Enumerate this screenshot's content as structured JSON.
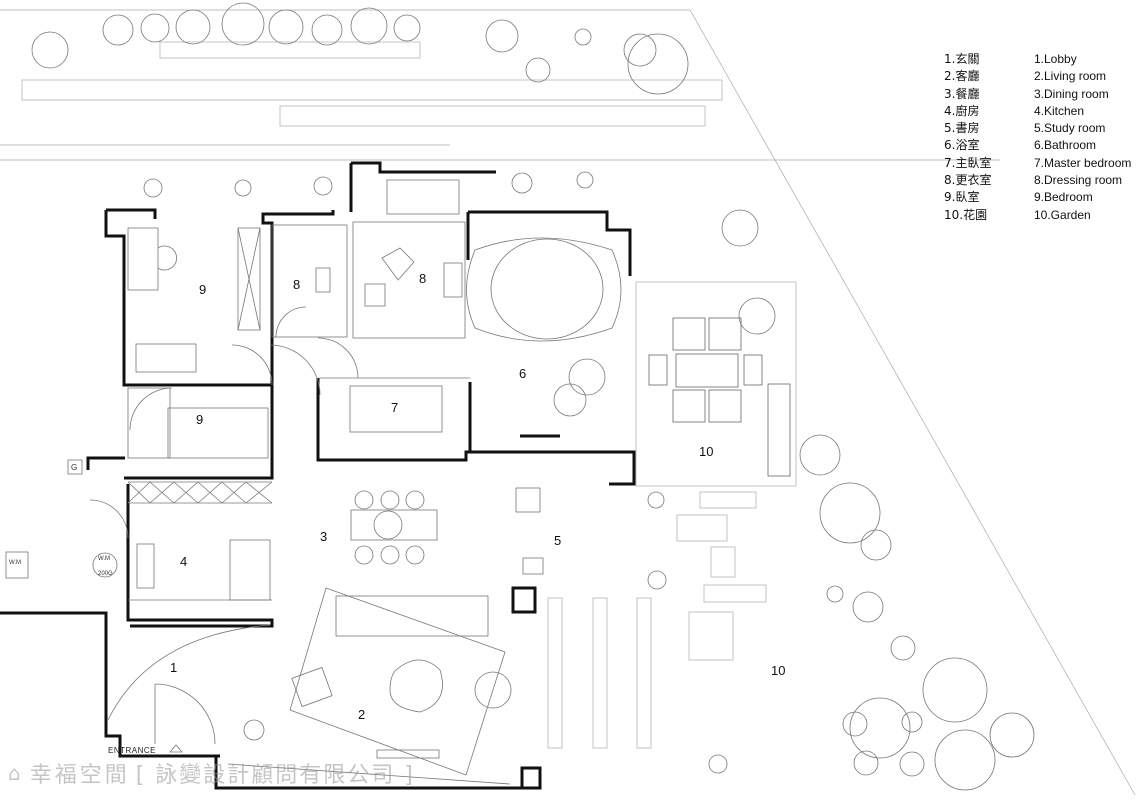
{
  "rooms": [
    {
      "id": "9",
      "label": "9"
    },
    {
      "id": "8a",
      "label": "8"
    },
    {
      "id": "8b",
      "label": "8"
    },
    {
      "id": "6",
      "label": "6"
    },
    {
      "id": "9b",
      "label": "9"
    },
    {
      "id": "7",
      "label": "7"
    },
    {
      "id": "10a",
      "label": "10"
    },
    {
      "id": "3",
      "label": "3"
    },
    {
      "id": "5",
      "label": "5"
    },
    {
      "id": "4",
      "label": "4"
    },
    {
      "id": "1",
      "label": "1"
    },
    {
      "id": "2",
      "label": "2"
    },
    {
      "id": "10b",
      "label": "10"
    }
  ],
  "legend_zh": [
    "1.玄關",
    "2.客廳",
    "3.餐廳",
    "4.廚房",
    "5.書房",
    "6.浴室",
    "7.主臥室",
    "8.更衣室",
    "9.臥室",
    "10.花園"
  ],
  "legend_en": [
    "1.Lobby",
    "2.Living room",
    "3.Dining room",
    "4.Kitchen",
    "5.Study room",
    "6.Bathroom",
    "7.Master bedroom",
    "8.Dressing room",
    "9.Bedroom",
    "10.Garden"
  ],
  "entrance": "ENTRANCE",
  "tags": {
    "wm_top": "W.M",
    "wm_bottom": "200G",
    "washer": "W.M",
    "g_box": "G"
  },
  "watermark": {
    "brand": "幸福空間",
    "company": "[ 詠變設計顧問有限公司 ]"
  }
}
